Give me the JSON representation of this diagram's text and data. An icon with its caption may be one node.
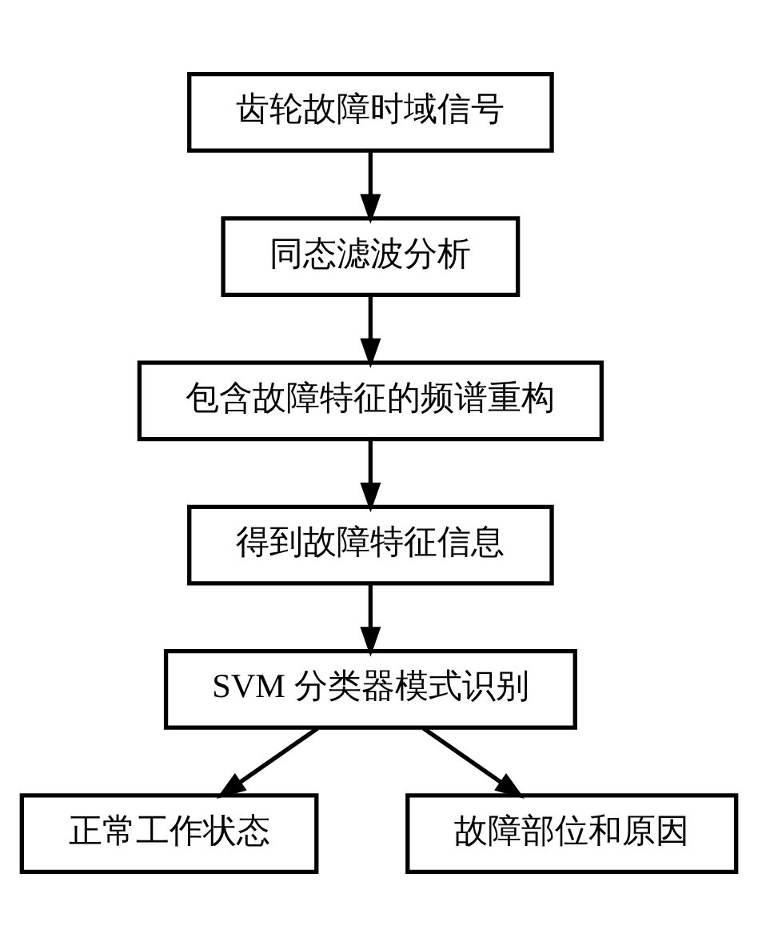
{
  "diagram": {
    "nodes": [
      {
        "text": [
          "齿轮故障时域信号"
        ]
      },
      {
        "text": [
          "同态滤波分析"
        ]
      },
      {
        "text": [
          "包含故障特征的频谱重构"
        ]
      },
      {
        "text": [
          "得到故障特征信息"
        ]
      },
      {
        "text": [
          "SVM 分类器模式识别"
        ]
      },
      {
        "text": [
          "正常工作状态"
        ]
      },
      {
        "text": [
          "故障部位和原因"
        ]
      }
    ],
    "edges": [
      {
        "from": 0,
        "to": 1,
        "arrow": "to"
      },
      {
        "from": 1,
        "to": 2,
        "arrow": "to"
      },
      {
        "from": 2,
        "to": 3,
        "arrow": "to"
      },
      {
        "from": 3,
        "to": 4,
        "arrow": "to"
      },
      {
        "from": 4,
        "to": 5,
        "arrow": "to"
      },
      {
        "from": 4,
        "to": 6,
        "arrow": "to"
      }
    ]
  }
}
